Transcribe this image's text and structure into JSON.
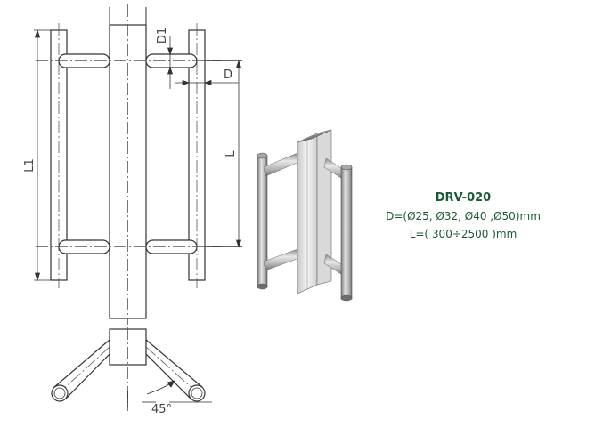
{
  "drawing": {
    "dimensions": {
      "d1": "D1",
      "d": "D",
      "l": "L",
      "l1": "L1",
      "angle": "45°"
    }
  },
  "spec": {
    "model": "DRV-020",
    "diameters": "D=(Ø25, Ø32, Ø40 ,Ø50)mm",
    "length": "L=( 300÷2500 )mm"
  },
  "colors": {
    "line": "#333333",
    "spec_text": "#1b5a33"
  }
}
